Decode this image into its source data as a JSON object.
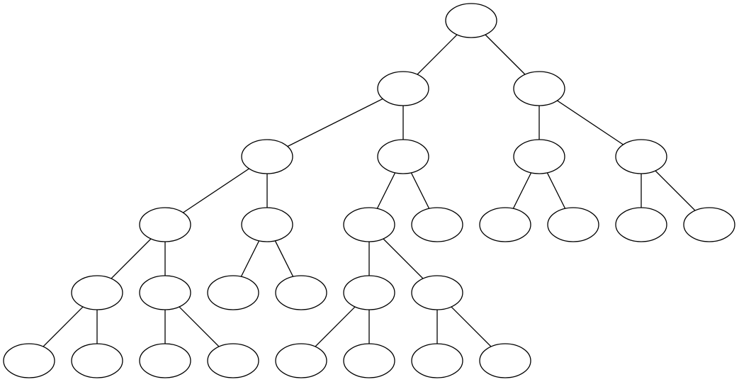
{
  "diagram": {
    "type": "tree",
    "node_shape": "ellipse",
    "node_labels": "none",
    "stroke_color": "#000000",
    "fill_color": "#ffffff",
    "nodes": [
      {
        "id": "n0",
        "parent": null
      },
      {
        "id": "n1",
        "parent": "n0"
      },
      {
        "id": "n2",
        "parent": "n0"
      },
      {
        "id": "n3",
        "parent": "n1"
      },
      {
        "id": "n4",
        "parent": "n1"
      },
      {
        "id": "n5",
        "parent": "n2"
      },
      {
        "id": "n6",
        "parent": "n2"
      },
      {
        "id": "n7",
        "parent": "n3"
      },
      {
        "id": "n8",
        "parent": "n3"
      },
      {
        "id": "n9",
        "parent": "n4"
      },
      {
        "id": "n10",
        "parent": "n4"
      },
      {
        "id": "n11",
        "parent": "n5"
      },
      {
        "id": "n12",
        "parent": "n5"
      },
      {
        "id": "n13",
        "parent": "n6"
      },
      {
        "id": "n14",
        "parent": "n6"
      },
      {
        "id": "n15",
        "parent": "n7"
      },
      {
        "id": "n16",
        "parent": "n7"
      },
      {
        "id": "n17",
        "parent": "n8"
      },
      {
        "id": "n18",
        "parent": "n8"
      },
      {
        "id": "n19",
        "parent": "n9"
      },
      {
        "id": "n20",
        "parent": "n9"
      },
      {
        "id": "n21",
        "parent": "n15"
      },
      {
        "id": "n22",
        "parent": "n15"
      },
      {
        "id": "n23",
        "parent": "n16"
      },
      {
        "id": "n24",
        "parent": "n16"
      },
      {
        "id": "n25",
        "parent": "n19"
      },
      {
        "id": "n26",
        "parent": "n19"
      },
      {
        "id": "n27",
        "parent": "n20"
      },
      {
        "id": "n28",
        "parent": "n20"
      }
    ]
  }
}
